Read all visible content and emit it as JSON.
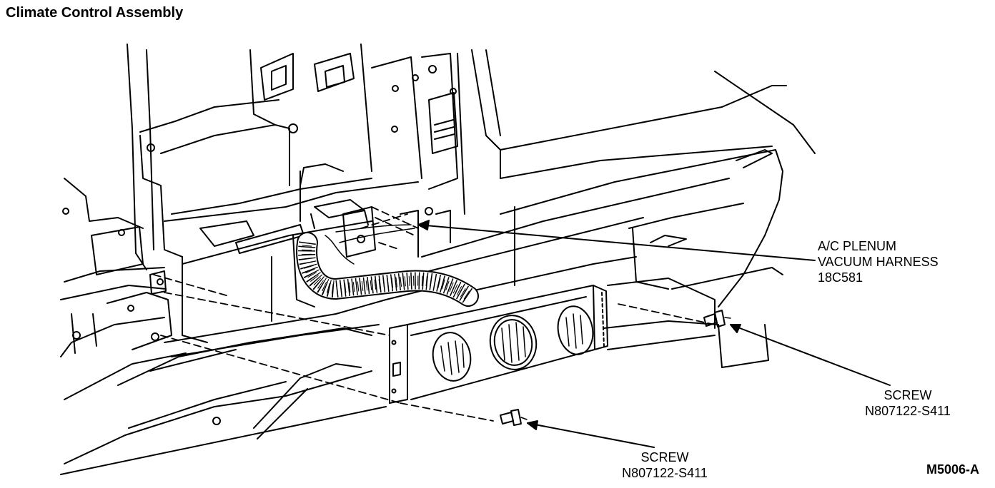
{
  "title": "Climate Control Assembly",
  "figure_id": "M5006-A",
  "callouts": {
    "plenum": {
      "line1": "A/C PLENUM",
      "line2": "VACUUM HARNESS",
      "line3": "18C581"
    },
    "screw_right": {
      "line1": "SCREW",
      "line2": "N807122-S411"
    },
    "screw_bottom": {
      "line1": "SCREW",
      "line2": "N807122-S411"
    }
  },
  "colors": {
    "ink": "#000000",
    "paper": "#ffffff"
  }
}
